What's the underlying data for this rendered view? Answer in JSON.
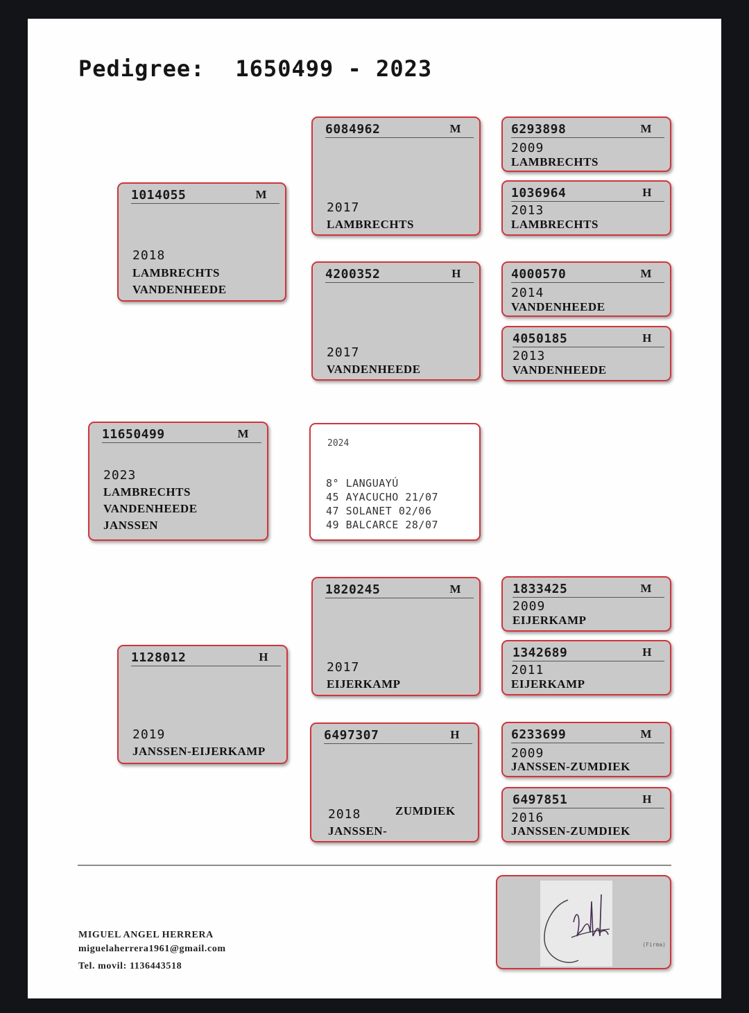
{
  "title": {
    "label": "Pedigree:",
    "number": "1650499 - 2023"
  },
  "subject": {
    "id": "11650499",
    "sex": "M",
    "year": "2023",
    "lines": [
      "LAMBRECHTS",
      "VANDENHEEDE",
      "JANSSEN"
    ]
  },
  "sire": {
    "id": "1014055",
    "sex": "M",
    "year": "2018",
    "lines": [
      "LAMBRECHTS",
      "VANDENHEEDE"
    ]
  },
  "dam": {
    "id": "1128012",
    "sex": "H",
    "year": "2019",
    "lines": [
      "JANSSEN-EIJERKAMP"
    ]
  },
  "grandparents": {
    "ss": {
      "id": "6084962",
      "sex": "M",
      "year": "2017",
      "lines": [
        "LAMBRECHTS"
      ]
    },
    "sd": {
      "id": "4200352",
      "sex": "H",
      "year": "2017",
      "lines": [
        "VANDENHEEDE"
      ]
    },
    "ds": {
      "id": "1820245",
      "sex": "M",
      "year": "2017",
      "lines": [
        "EIJERKAMP"
      ]
    },
    "dd": {
      "id": "6497307",
      "sex": "H",
      "year": "2018",
      "lines": [
        "JANSSEN-",
        "ZUMDIEK"
      ]
    }
  },
  "great_grandparents": {
    "sss": {
      "id": "6293898",
      "sex": "M",
      "year": "2009",
      "lines": [
        "LAMBRECHTS"
      ]
    },
    "ssd": {
      "id": "1036964",
      "sex": "H",
      "year": "2013",
      "lines": [
        "LAMBRECHTS"
      ]
    },
    "sds": {
      "id": "4000570",
      "sex": "M",
      "year": "2014",
      "lines": [
        "VANDENHEEDE"
      ]
    },
    "sdd": {
      "id": "4050185",
      "sex": "H",
      "year": "2013",
      "lines": [
        "VANDENHEEDE"
      ]
    },
    "dss": {
      "id": "1833425",
      "sex": "M",
      "year": "2009",
      "lines": [
        "EIJERKAMP"
      ]
    },
    "dsd": {
      "id": "1342689",
      "sex": "H",
      "year": "2011",
      "lines": [
        "EIJERKAMP"
      ]
    },
    "dds": {
      "id": "6233699",
      "sex": "M",
      "year": "2009",
      "lines": [
        "JANSSEN-ZUMDIEK"
      ]
    },
    "ddd": {
      "id": "6497851",
      "sex": "H",
      "year": "2016",
      "lines": [
        "JANSSEN-ZUMDIEK"
      ]
    }
  },
  "races": {
    "year": "2024",
    "results": [
      "8° LANGUAYÚ",
      "45 AYACUCHO 21/07",
      "47 SOLANET 02/06",
      "49 BALCARCE 28/07"
    ]
  },
  "owner": {
    "name": "MIGUEL ANGEL HERRERA",
    "email": "miguelaherrera1961@gmail.com",
    "phone": "Tel. movil: 1136443518"
  },
  "signature": {
    "label": "(Firma)"
  }
}
